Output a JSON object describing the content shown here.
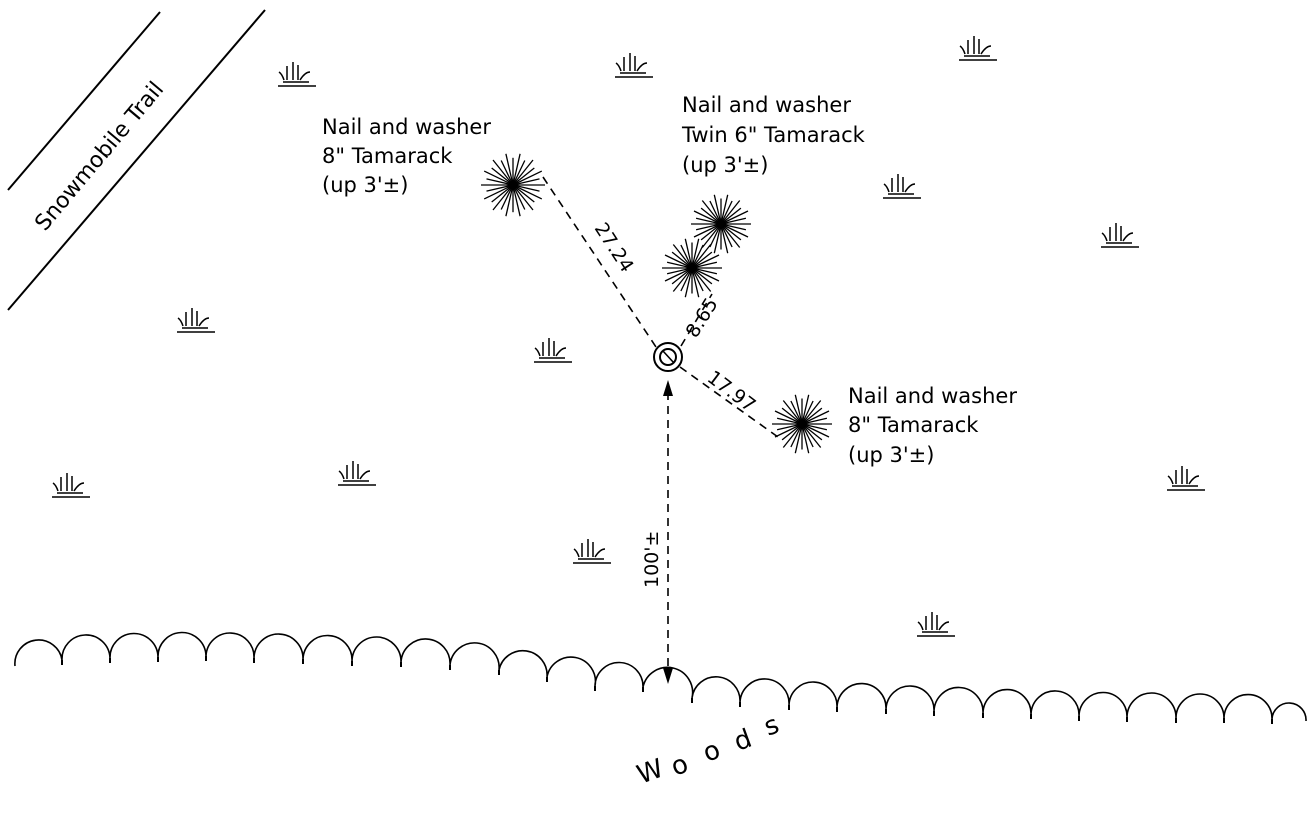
{
  "trail": {
    "label": "Snowmobile Trail"
  },
  "witness_trees": [
    {
      "id": "nw",
      "lines": [
        "Nail and washer",
        "8\" Tamarack",
        "(up 3'±)"
      ],
      "distance": "27.24"
    },
    {
      "id": "ne",
      "lines": [
        "Nail and washer",
        "Twin 6\" Tamarack",
        "(up 3'±)"
      ],
      "distance": "8.65"
    },
    {
      "id": "se",
      "lines": [
        "Nail and washer",
        "8\" Tamarack",
        "(up 3'±)"
      ],
      "distance": "17.97"
    }
  ],
  "offset_to_woods": "100'±",
  "woods": {
    "letters": [
      "W",
      "o",
      "o",
      "d",
      "s"
    ]
  },
  "colors": {
    "ink": "#000000",
    "paper": "#ffffff"
  },
  "icons": {
    "marsh": "marsh-grass-symbol",
    "tree": "tree-symbol",
    "monument": "monument-symbol"
  }
}
